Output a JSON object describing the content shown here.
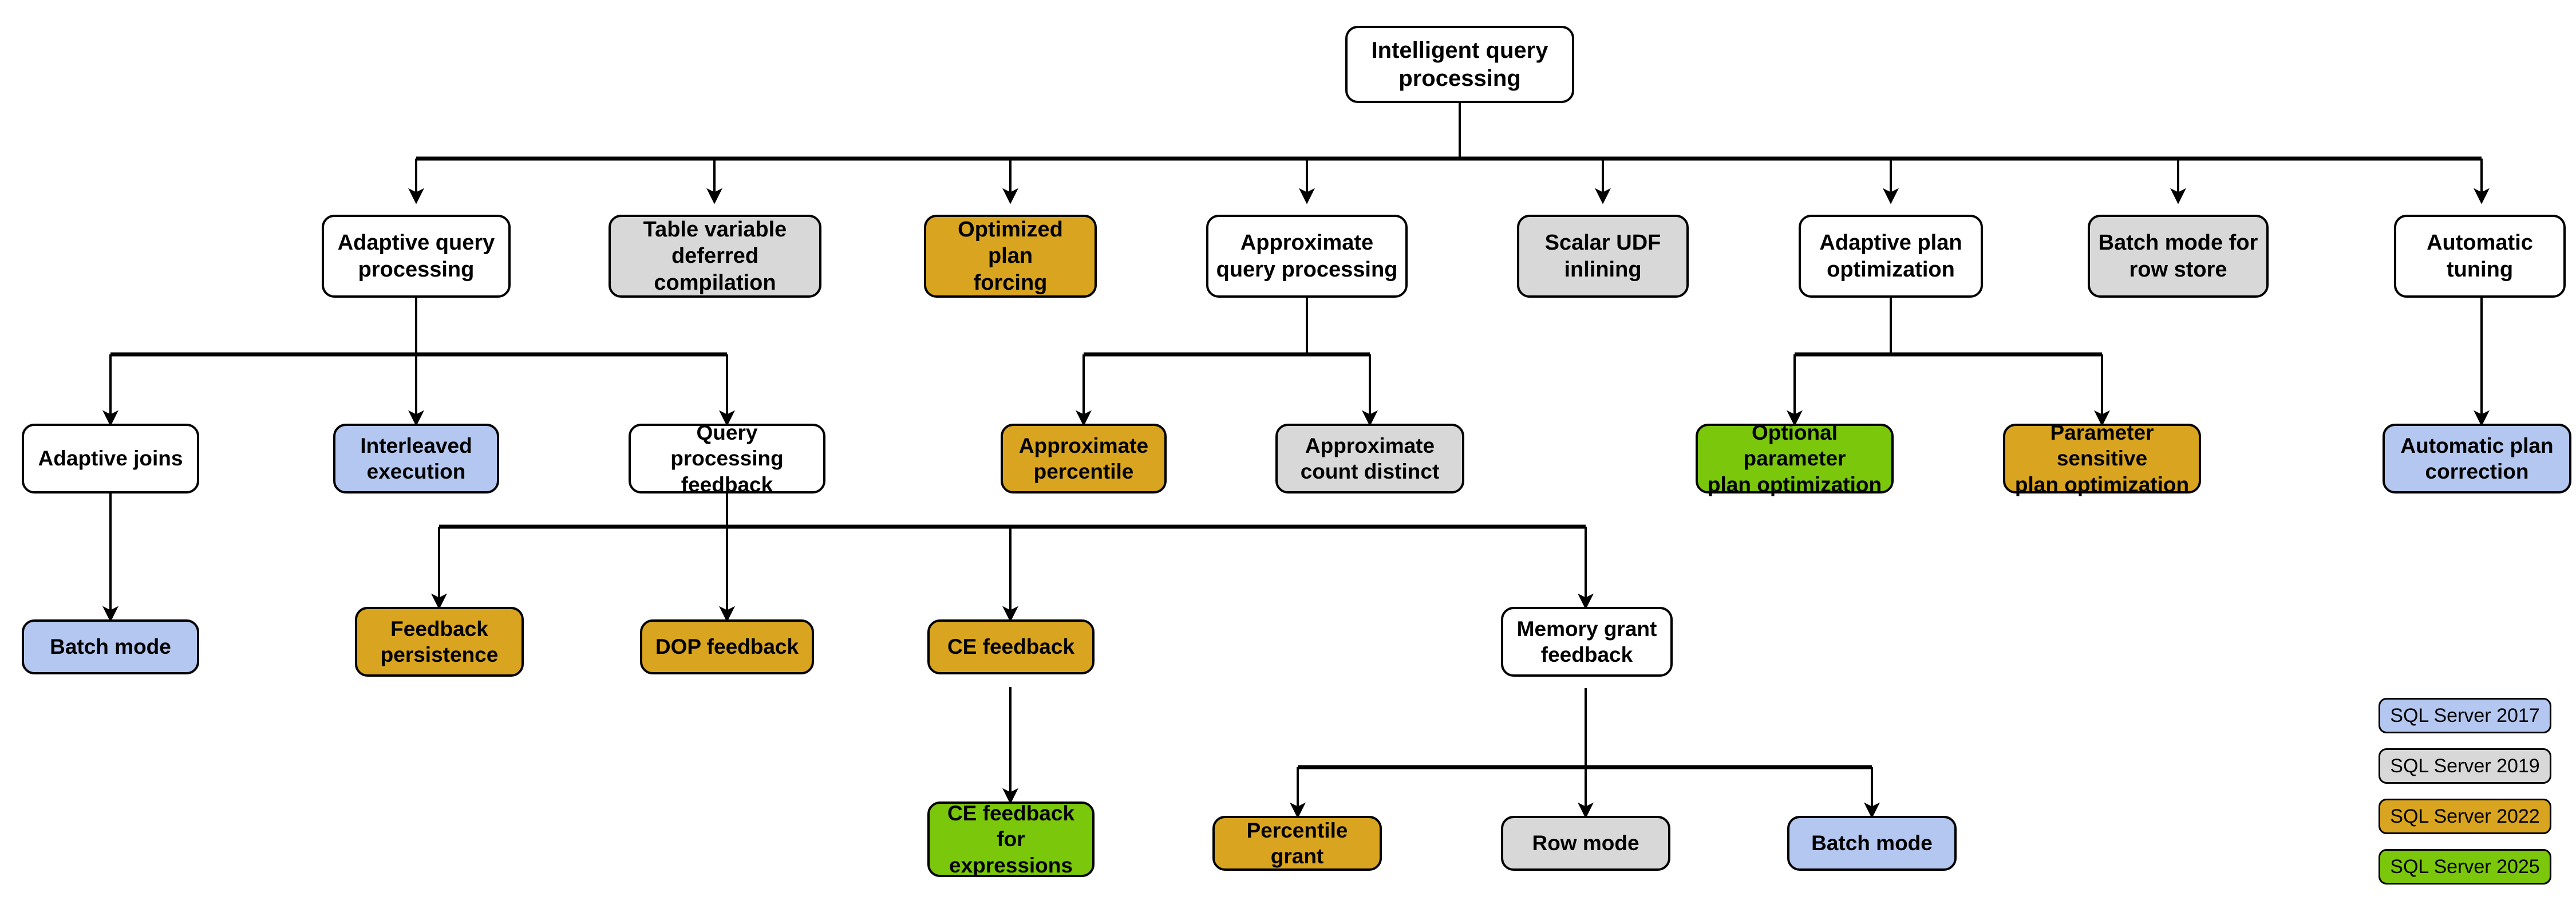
{
  "diagram": {
    "title": "Intelligent query processing",
    "type": "hierarchy-tree"
  },
  "legend": {
    "name": "sql-server-version-legend",
    "items": [
      {
        "label": "SQL Server 2017",
        "color": "#b3c7f0",
        "fill": "blue"
      },
      {
        "label": "SQL Server 2019",
        "color": "#d8d8d8",
        "fill": "gray"
      },
      {
        "label": "SQL Server 2022",
        "color": "#d9a520",
        "fill": "orange"
      },
      {
        "label": "SQL Server 2025",
        "color": "#7ac70c",
        "fill": "green"
      }
    ]
  },
  "palette": {
    "white": "#ffffff",
    "gray": "#d8d8d8",
    "orange": "#d9a520",
    "blue": "#b3c7f0",
    "green": "#7ac70c",
    "stroke": "#000000"
  },
  "nodes": {
    "root": {
      "label": "Intelligent query\nprocessing",
      "fill": "white"
    },
    "adaptive_query_processing": {
      "label": "Adaptive query\nprocessing",
      "fill": "white"
    },
    "table_variable_deferred_compilation": {
      "label": "Table variable\ndeferred compilation",
      "fill": "gray"
    },
    "optimized_plan_forcing": {
      "label": "Optimized plan\nforcing",
      "fill": "orange"
    },
    "approximate_query_processing": {
      "label": "Approximate\nquery processing",
      "fill": "white"
    },
    "scalar_udf_inlining": {
      "label": "Scalar UDF\ninlining",
      "fill": "gray"
    },
    "adaptive_plan_optimization": {
      "label": "Adaptive plan\noptimization",
      "fill": "white"
    },
    "batch_mode_for_row_store": {
      "label": "Batch mode for\nrow store",
      "fill": "gray"
    },
    "automatic_tuning": {
      "label": "Automatic\ntuning",
      "fill": "white"
    },
    "adaptive_joins": {
      "label": "Adaptive joins",
      "fill": "white"
    },
    "interleaved_execution": {
      "label": "Interleaved\nexecution",
      "fill": "blue"
    },
    "query_processing_feedback": {
      "label": "Query processing\nfeedback",
      "fill": "white"
    },
    "approximate_percentile": {
      "label": "Approximate\npercentile",
      "fill": "orange"
    },
    "approximate_count_distinct": {
      "label": "Approximate\ncount distinct",
      "fill": "gray"
    },
    "optional_parameter_plan_optimization": {
      "label": "Optional parameter\nplan optimization",
      "fill": "green"
    },
    "parameter_sensitive_plan_optimization": {
      "label": "Parameter sensitive\nplan optimization",
      "fill": "orange"
    },
    "automatic_plan_correction": {
      "label": "Automatic plan\ncorrection",
      "fill": "blue"
    },
    "batch_mode": {
      "label": "Batch mode",
      "fill": "blue"
    },
    "feedback_persistence": {
      "label": "Feedback\npersistence",
      "fill": "orange"
    },
    "dop_feedback": {
      "label": "DOP feedback",
      "fill": "orange"
    },
    "ce_feedback": {
      "label": "CE feedback",
      "fill": "orange"
    },
    "memory_grant_feedback": {
      "label": "Memory grant\nfeedback",
      "fill": "white"
    },
    "ce_feedback_for_expressions": {
      "label": "CE feedback for\nexpressions",
      "fill": "green"
    },
    "percentile_grant": {
      "label": "Percentile grant",
      "fill": "orange"
    },
    "row_mode": {
      "label": "Row mode",
      "fill": "gray"
    },
    "batch_mode_mgf": {
      "label": "Batch mode",
      "fill": "blue"
    }
  },
  "edges": [
    {
      "from": "root",
      "to": "adaptive_query_processing"
    },
    {
      "from": "root",
      "to": "table_variable_deferred_compilation"
    },
    {
      "from": "root",
      "to": "optimized_plan_forcing"
    },
    {
      "from": "root",
      "to": "approximate_query_processing"
    },
    {
      "from": "root",
      "to": "scalar_udf_inlining"
    },
    {
      "from": "root",
      "to": "adaptive_plan_optimization"
    },
    {
      "from": "root",
      "to": "batch_mode_for_row_store"
    },
    {
      "from": "root",
      "to": "automatic_tuning"
    },
    {
      "from": "adaptive_query_processing",
      "to": "adaptive_joins"
    },
    {
      "from": "adaptive_query_processing",
      "to": "interleaved_execution"
    },
    {
      "from": "adaptive_query_processing",
      "to": "query_processing_feedback"
    },
    {
      "from": "approximate_query_processing",
      "to": "approximate_percentile"
    },
    {
      "from": "approximate_query_processing",
      "to": "approximate_count_distinct"
    },
    {
      "from": "adaptive_plan_optimization",
      "to": "optional_parameter_plan_optimization"
    },
    {
      "from": "adaptive_plan_optimization",
      "to": "parameter_sensitive_plan_optimization"
    },
    {
      "from": "automatic_tuning",
      "to": "automatic_plan_correction"
    },
    {
      "from": "adaptive_joins",
      "to": "batch_mode"
    },
    {
      "from": "query_processing_feedback",
      "to": "feedback_persistence"
    },
    {
      "from": "query_processing_feedback",
      "to": "dop_feedback"
    },
    {
      "from": "query_processing_feedback",
      "to": "ce_feedback"
    },
    {
      "from": "query_processing_feedback",
      "to": "memory_grant_feedback"
    },
    {
      "from": "ce_feedback",
      "to": "ce_feedback_for_expressions"
    },
    {
      "from": "memory_grant_feedback",
      "to": "percentile_grant"
    },
    {
      "from": "memory_grant_feedback",
      "to": "row_mode"
    },
    {
      "from": "memory_grant_feedback",
      "to": "batch_mode_mgf"
    }
  ]
}
